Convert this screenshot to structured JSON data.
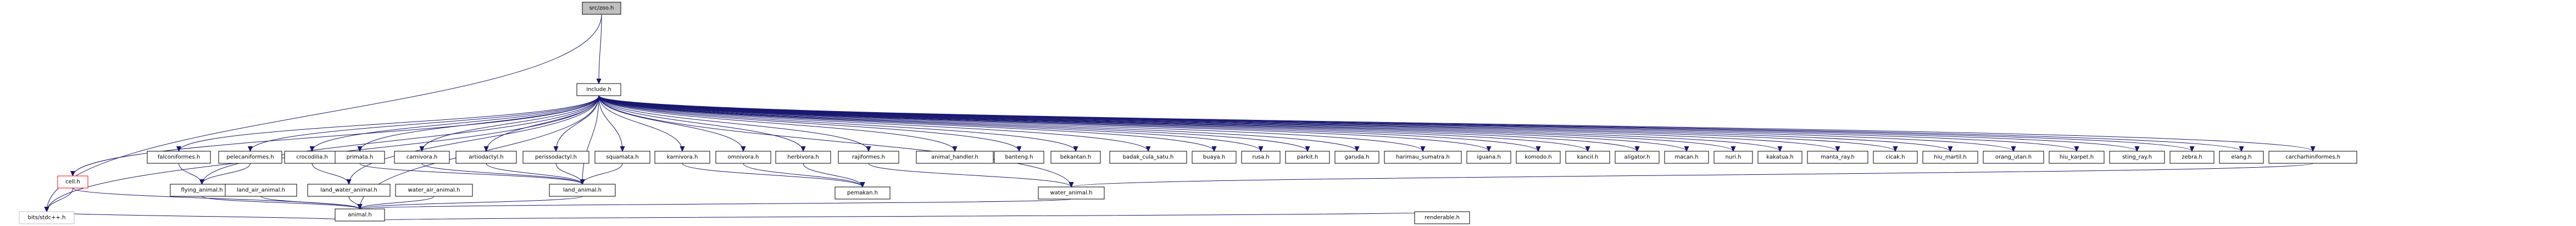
{
  "colors": {
    "edge": "#191970",
    "node_border": "#000000",
    "root_fill": "#bfbfbf",
    "missing_border": "#ff0000",
    "system_border": "#bfbfbf"
  },
  "nodes": {
    "src_zoo": "src/zoo.h",
    "include": "include.h",
    "falconformes": "falconiformes.h",
    "pelecaniformes": "pelecaniformes.h",
    "crocodilia": "crocodilia.h",
    "primata": "primata.h",
    "carnivora": "carnivora.h",
    "artiodactyl": "artiodactyl.h",
    "perissodactyl": "perissodactyl.h",
    "squamata": "squamata.h",
    "karnivora": "karnivora.h",
    "omnivora": "omnivora.h",
    "herbivora": "herbivora.h",
    "rajiformes": "rajiformes.h",
    "animal_handler": "animal_handler.h",
    "banteng": "banteng.h",
    "bekantan": "bekantan.h",
    "badak_cula_satu": "badak_cula_satu.h",
    "buaya": "buaya.h",
    "rusa": "rusa.h",
    "parkit": "parkit.h",
    "garuda": "garuda.h",
    "harimau_sumatra": "harimau_sumatra.h",
    "iguana": "iguana.h",
    "komodo": "komodo.h",
    "kancil": "kancil.h",
    "aligator": "aligator.h",
    "macan": "macan.h",
    "nuri": "nuri.h",
    "kakatua": "kakatua.h",
    "manta_ray": "manta_ray.h",
    "cicak": "cicak.h",
    "orang_utan": "orang_utan.h",
    "hiu_martil": "hiu_martil.h",
    "hiu_karpet": "hiu_karpet.h",
    "sting_ray": "sting_ray.h",
    "zebra": "zebra.h",
    "elang": "elang.h",
    "carcharhiniformes": "carcharhiniformes.h",
    "cell": "cell.h",
    "flying_animal": "flying_animal.h",
    "land_air_animal": "land_air_animal.h",
    "land_water_animal": "land_water_animal.h",
    "water_air_animal": "water_air_animal.h",
    "land_animal": "land_animal.h",
    "pemakan": "pemakan.h",
    "water_animal": "water_animal.h",
    "animal": "animal.h",
    "bits_stdcpp": "bits/stdc++.h",
    "renderable": "renderable.h"
  },
  "edges": [
    [
      "src_zoo",
      "include"
    ],
    [
      "src_zoo",
      "bits_stdcpp"
    ],
    [
      "include",
      "falconformes"
    ],
    [
      "include",
      "pelecaniformes"
    ],
    [
      "include",
      "crocodilia"
    ],
    [
      "include",
      "primata"
    ],
    [
      "include",
      "carnivora"
    ],
    [
      "include",
      "artiodactyl"
    ],
    [
      "include",
      "perissodactyl"
    ],
    [
      "include",
      "squamata"
    ],
    [
      "include",
      "karnivora"
    ],
    [
      "include",
      "omnivora"
    ],
    [
      "include",
      "herbivora"
    ],
    [
      "include",
      "rajiformes"
    ],
    [
      "include",
      "animal_handler"
    ],
    [
      "include",
      "banteng"
    ],
    [
      "include",
      "bekantan"
    ],
    [
      "include",
      "badak_cula_satu"
    ],
    [
      "include",
      "buaya"
    ],
    [
      "include",
      "rusa"
    ],
    [
      "include",
      "parkit"
    ],
    [
      "include",
      "garuda"
    ],
    [
      "include",
      "harimau_sumatra"
    ],
    [
      "include",
      "iguana"
    ],
    [
      "include",
      "komodo"
    ],
    [
      "include",
      "kancil"
    ],
    [
      "include",
      "aligator"
    ],
    [
      "include",
      "macan"
    ],
    [
      "include",
      "nuri"
    ],
    [
      "include",
      "kakatua"
    ],
    [
      "include",
      "manta_ray"
    ],
    [
      "include",
      "cicak"
    ],
    [
      "include",
      "hiu_martil"
    ],
    [
      "include",
      "orang_utan"
    ],
    [
      "include",
      "hiu_karpet"
    ],
    [
      "include",
      "sting_ray"
    ],
    [
      "include",
      "zebra"
    ],
    [
      "include",
      "elang"
    ],
    [
      "include",
      "carcharhiniformes"
    ],
    [
      "include",
      "cell"
    ],
    [
      "include",
      "flying_animal"
    ],
    [
      "include",
      "land_water_animal"
    ],
    [
      "include",
      "land_animal"
    ],
    [
      "include",
      "water_animal"
    ],
    [
      "include",
      "animal"
    ],
    [
      "include",
      "bits_stdcpp"
    ],
    [
      "falconformes",
      "flying_animal"
    ],
    [
      "pelecaniformes",
      "flying_animal"
    ],
    [
      "crocodilia",
      "land_water_animal"
    ],
    [
      "primata",
      "land_animal"
    ],
    [
      "carnivora",
      "land_animal"
    ],
    [
      "artiodactyl",
      "land_animal"
    ],
    [
      "perissodactyl",
      "land_animal"
    ],
    [
      "squamata",
      "land_animal"
    ],
    [
      "karnivora",
      "pemakan"
    ],
    [
      "omnivora",
      "pemakan"
    ],
    [
      "herbivora",
      "pemakan"
    ],
    [
      "rajiformes",
      "water_animal"
    ],
    [
      "carcharhiniformes",
      "water_animal"
    ],
    [
      "cell",
      "animal"
    ],
    [
      "cell",
      "bits_stdcpp"
    ],
    [
      "flying_animal",
      "animal"
    ],
    [
      "land_air_animal",
      "animal"
    ],
    [
      "land_water_animal",
      "animal"
    ],
    [
      "water_air_animal",
      "animal"
    ],
    [
      "land_animal",
      "animal"
    ],
    [
      "water_animal",
      "animal"
    ],
    [
      "animal",
      "bits_stdcpp"
    ],
    [
      "animal",
      "renderable"
    ]
  ]
}
